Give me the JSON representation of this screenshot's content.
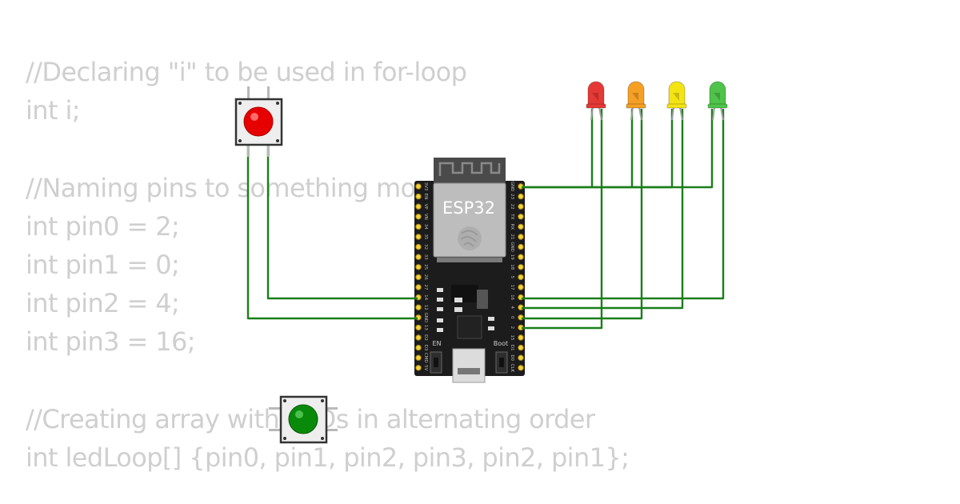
{
  "code_lines": [
    "//Declaring \"i\" to be used in for-loop",
    "int i;",
    "",
    "//Naming pins to something more",
    "int pin0 = 2;",
    "int pin1 = 0;",
    "int pin2 = 4;",
    "int pin3 = 16;",
    "",
    "//Creating array with LEDs in alternating order",
    "int ledLoop[] {pin0, pin1, pin2, pin3, pin2, pin1};"
  ],
  "board": {
    "module_label": "ESP32",
    "en_label": "EN",
    "boot_label": "Boot",
    "left_pins": [
      "3V3",
      "EN",
      "VP",
      "VN",
      "34",
      "35",
      "32",
      "33",
      "25",
      "26",
      "27",
      "14",
      "12",
      "GND",
      "13",
      "D2",
      "D3",
      "CMD",
      "5V"
    ],
    "right_pins": [
      "GND",
      "23",
      "22",
      "TX",
      "RX",
      "21",
      "GND",
      "19",
      "18",
      "5",
      "17",
      "16",
      "4",
      "0",
      "2",
      "15",
      "D1",
      "D0",
      "CLK"
    ]
  },
  "components": {
    "leds": [
      {
        "name": "red-led",
        "color": "#e53935"
      },
      {
        "name": "orange-led",
        "color": "#f5a025"
      },
      {
        "name": "yellow-led",
        "color": "#f4e414"
      },
      {
        "name": "green-led",
        "color": "#4fc34a"
      }
    ],
    "buttons": [
      {
        "name": "red-pushbutton",
        "color": "#e60000"
      },
      {
        "name": "green-pushbutton",
        "color": "#0a8a0a"
      }
    ],
    "wire_color": "#1a7f1a"
  }
}
